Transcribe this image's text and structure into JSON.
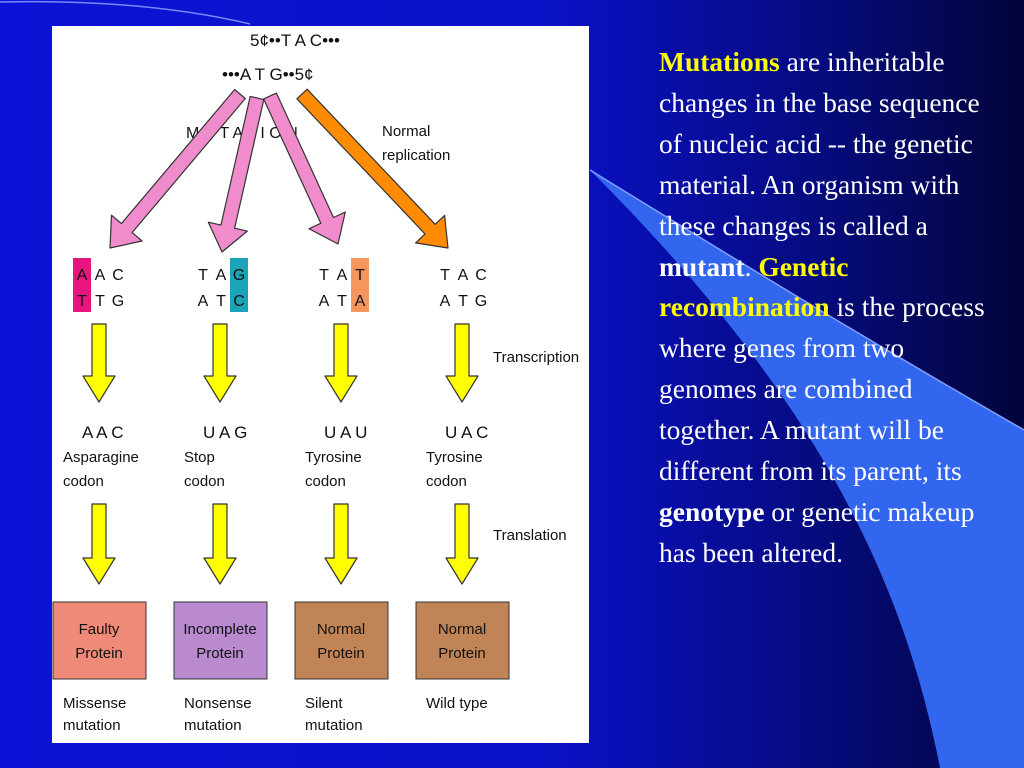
{
  "figure": {
    "strand_top": "5¢••T A C•••",
    "strand_bottom": "•••A T G••5¢",
    "mutation_label": "M U T A T I O N",
    "normal_replication": [
      "Normal",
      "replication"
    ],
    "transcription_label": "Transcription",
    "translation_label": "Translation",
    "columns": [
      {
        "dna_top": [
          "A",
          "A",
          "C"
        ],
        "dna_bottom": [
          "T",
          "T",
          "G"
        ],
        "highlight": 0,
        "highlight_color": "#e8157f",
        "codon": "A A C",
        "codon_name": [
          "Asparagine",
          "codon"
        ],
        "protein": [
          "Faulty",
          "Protein"
        ],
        "protein_color": "#f08a78",
        "mutation_type": [
          "Missense",
          "mutation"
        ]
      },
      {
        "dna_top": [
          "T",
          "A",
          "G"
        ],
        "dna_bottom": [
          "A",
          "T",
          "C"
        ],
        "highlight": 2,
        "highlight_color": "#1ba3b8",
        "codon": "U A G",
        "codon_name": [
          "Stop",
          "codon"
        ],
        "protein": [
          "Incomplete",
          "Protein"
        ],
        "protein_color": "#b98acd",
        "mutation_type": [
          "Nonsense",
          "mutation"
        ]
      },
      {
        "dna_top": [
          "T",
          "A",
          "T"
        ],
        "dna_bottom": [
          "A",
          "T",
          "A"
        ],
        "highlight": 2,
        "highlight_color": "#f5965e",
        "codon": "U A U",
        "codon_name": [
          "Tyrosine",
          "codon"
        ],
        "protein": [
          "Normal",
          "Protein"
        ],
        "protein_color": "#c08457",
        "mutation_type": [
          "Silent",
          "mutation"
        ]
      },
      {
        "dna_top": [
          "T",
          "A",
          "C"
        ],
        "dna_bottom": [
          "A",
          "T",
          "G"
        ],
        "highlight": -1,
        "highlight_color": "",
        "codon": "U A C",
        "codon_name": [
          "Tyrosine",
          "codon"
        ],
        "protein": [
          "Normal",
          "Protein"
        ],
        "protein_color": "#c08457",
        "mutation_type": [
          "Wild type",
          ""
        ]
      }
    ],
    "colors": {
      "mutation_arrow": "#f08ccc",
      "replication_arrow": "#ff8c00",
      "flow_arrow": "#ffff00"
    }
  },
  "text": {
    "t1": "Mutations",
    "t2": " are inheritable changes in the base sequence of nucleic acid -- the genetic material. An organism with these changes is called a ",
    "t3": "mutant",
    "t4": ". ",
    "t5": "Genetic recombination",
    "t6": " is the process where genes from two genomes are combined together. A mutant will be different from its parent, its ",
    "t7": "genotype",
    "t8": " or genetic makeup has been altered."
  }
}
